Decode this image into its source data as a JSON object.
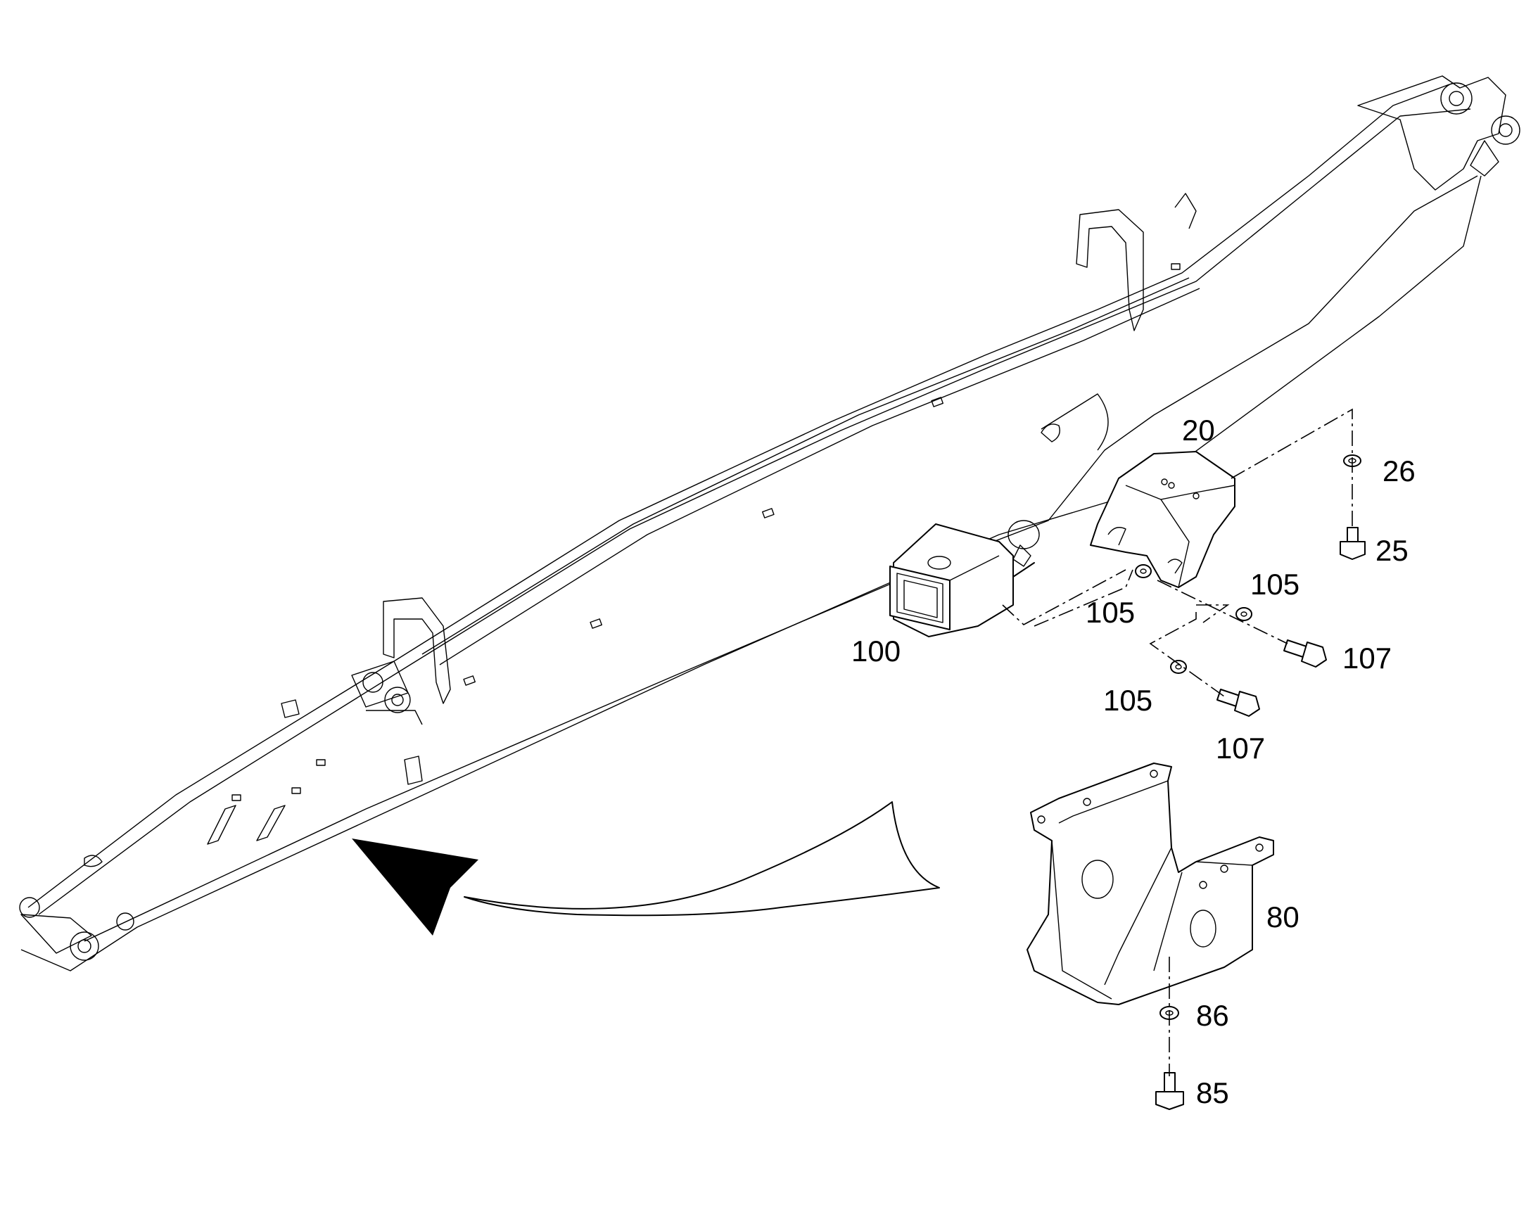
{
  "diagram": {
    "callouts": {
      "c20": "20",
      "c26": "26",
      "c25": "25",
      "c105a": "105",
      "c105b": "105",
      "c105c": "105",
      "c107a": "107",
      "c107b": "107",
      "c100": "100",
      "c80": "80",
      "c86": "86",
      "c85": "85"
    }
  }
}
